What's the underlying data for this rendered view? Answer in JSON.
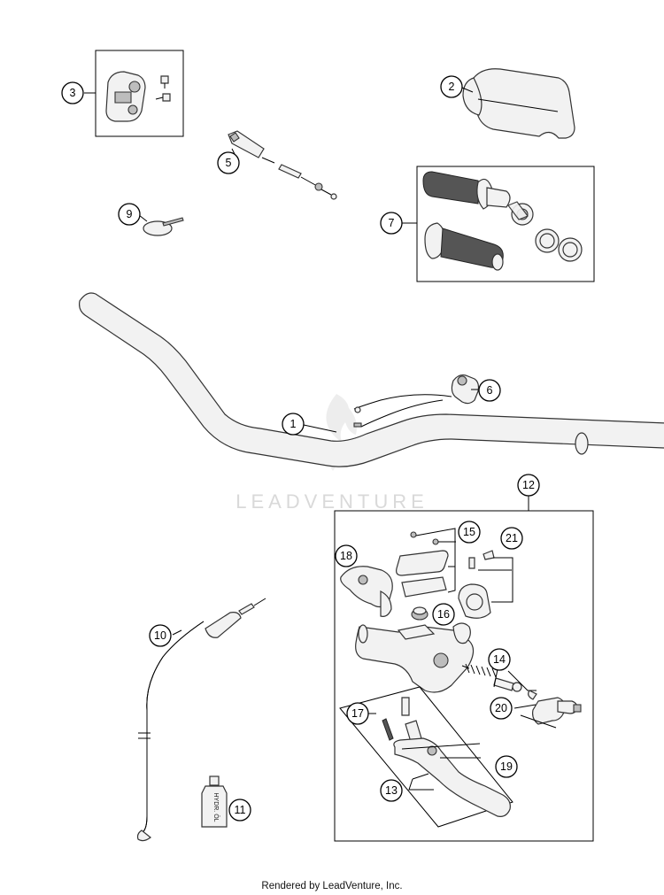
{
  "callouts": {
    "c1": "1",
    "c2": "2",
    "c3": "3",
    "c5": "5",
    "c6": "6",
    "c7": "7",
    "c9": "9",
    "c10": "10",
    "c11": "11",
    "c12": "12",
    "c13": "13",
    "c14": "14",
    "c15": "15",
    "c16": "16",
    "c17": "17",
    "c18": "18",
    "c19": "19",
    "c20": "20",
    "c21": "21"
  },
  "bottle_label": "HYDR. ÖL",
  "watermark": "LEADVENTURE",
  "footer": "Rendered by LeadVenture, Inc.",
  "colors": {
    "outline": "#333333",
    "fill": "#f2f2f2",
    "watermark": "#d9d9d9"
  }
}
